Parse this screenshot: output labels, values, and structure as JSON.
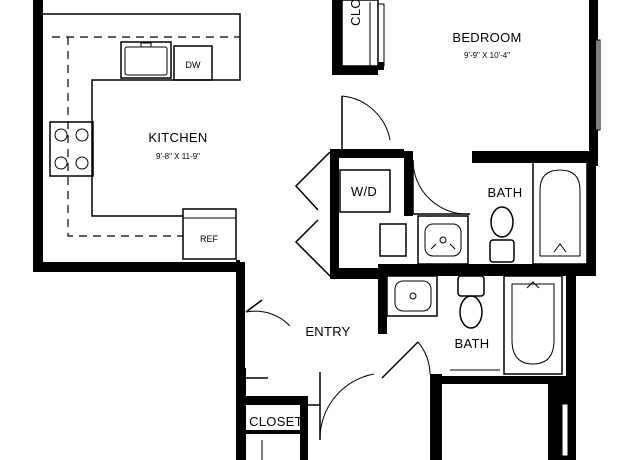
{
  "rooms": {
    "kitchen": {
      "name": "KITCHEN",
      "dims": "9'-8\" X 11-9\""
    },
    "bedroom": {
      "name": "BEDROOM",
      "dims": "9'-9\" X 10'-4\""
    },
    "bath_upper": {
      "name": "BATH"
    },
    "bath_lower": {
      "name": "BATH"
    },
    "entry": {
      "name": "ENTRY"
    }
  },
  "fixtures": {
    "dishwasher": "DW",
    "refrigerator": "REF",
    "washer_dryer": "W/D",
    "closet_top": "CLO",
    "closet_bottom": "CLOSET"
  }
}
